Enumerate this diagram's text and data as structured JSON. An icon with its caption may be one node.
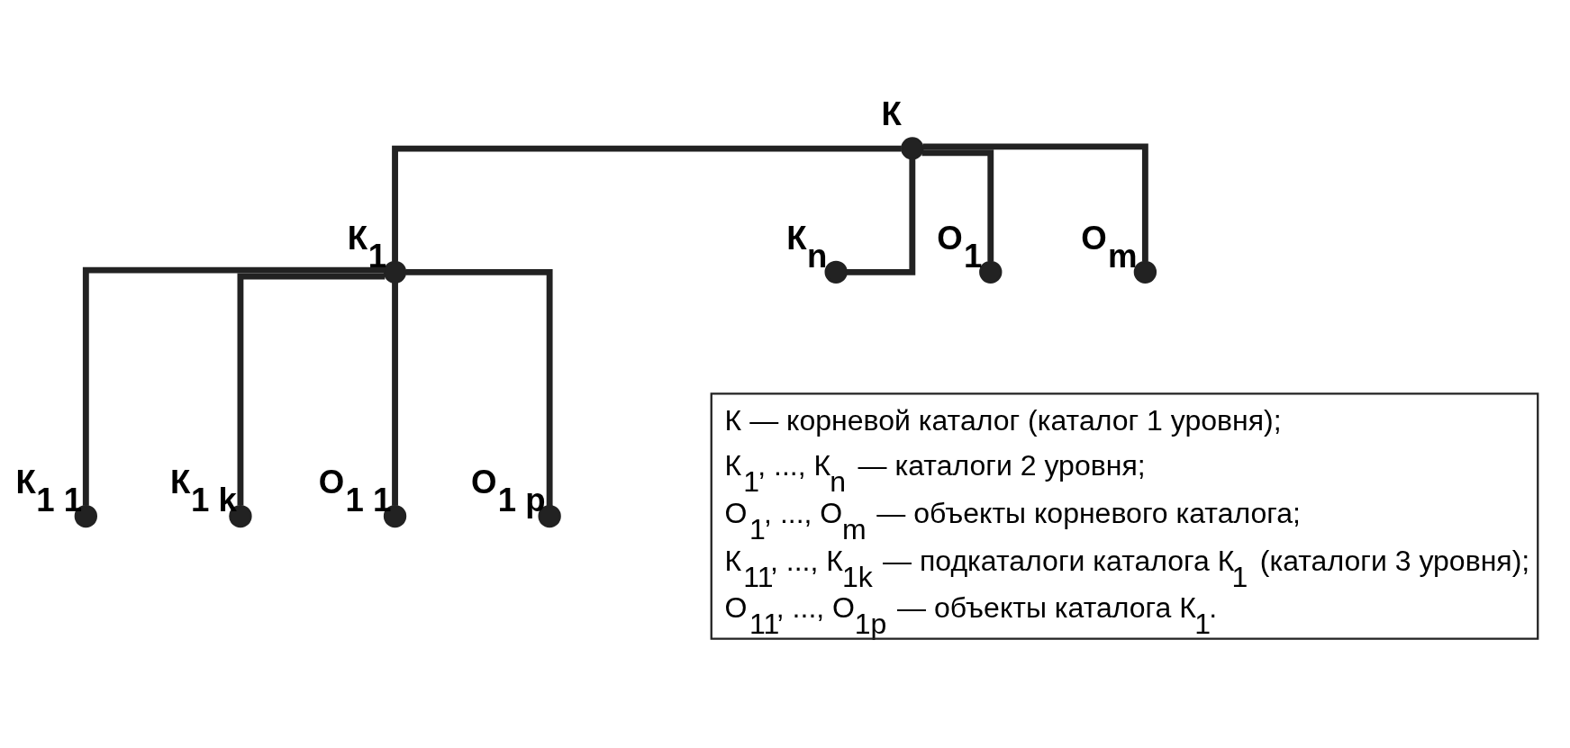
{
  "diagram": {
    "nodes": [
      {
        "text": [
          "К"
        ]
      },
      {
        "text": [
          "К$_{1}$"
        ]
      },
      {
        "text": [
          "К$_{n}$"
        ]
      },
      {
        "text": [
          "О$_{1}$"
        ]
      },
      {
        "text": [
          "О$_{m}$"
        ]
      },
      {
        "text": [
          "К$_{1 1}$"
        ]
      },
      {
        "text": [
          "К$_{1 k}$"
        ]
      },
      {
        "text": [
          "О$_{1 1}$"
        ]
      },
      {
        "text": [
          "О$_{1 p}$"
        ]
      }
    ],
    "edges": [
      {
        "from": 0,
        "to": 1,
        "arrow": "none"
      },
      {
        "from": 0,
        "to": 2,
        "arrow": "none"
      },
      {
        "from": 0,
        "to": 3,
        "arrow": "none"
      },
      {
        "from": 0,
        "to": 4,
        "arrow": "none"
      },
      {
        "from": 1,
        "to": 5,
        "arrow": "none"
      },
      {
        "from": 1,
        "to": 6,
        "arrow": "none"
      },
      {
        "from": 1,
        "to": 7,
        "arrow": "none"
      },
      {
        "from": 1,
        "to": 8,
        "arrow": "none"
      }
    ],
    "labels": [
      "К — корневой каталог (каталог 1 уровня);",
      "К$_{1}$, ..., К$_{n}$ — каталоги 2 уровня;",
      "О$_{1}$, ..., О$_{m}$ — объекты корневого каталога;",
      "К$_{11}$, ..., К$_{1k}$ — подкаталоги каталога К$_{1}$ (каталоги 3 уровня);",
      "О$_{11}$, ..., О$_{1p}$ — объекты каталога К$_{1}$."
    ]
  }
}
